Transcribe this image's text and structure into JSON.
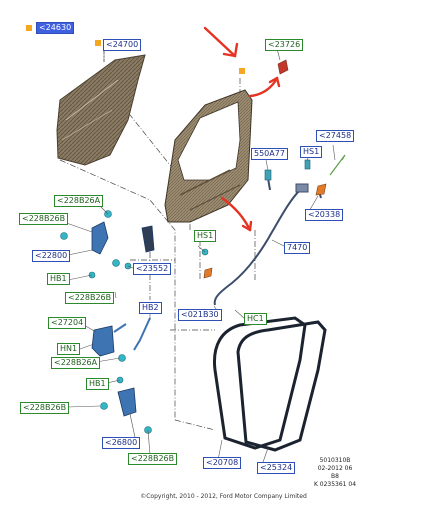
{
  "colors": {
    "blue_label": "#2e4fb8",
    "green_label": "#2c8a2c",
    "highlight": "#3d5fe0",
    "marker": "#f5a623",
    "arrow": "#e53323"
  },
  "labels": {
    "l24630": "<24630",
    "l24700": "<24700",
    "l23726": "<23726",
    "l27458": "<27458",
    "l550A77": "550A77",
    "lHS1a": "HS1",
    "l20338": "<20338",
    "l7470": "7470",
    "lHS1b": "HS1",
    "l228B26A_1": "<228B26A",
    "l228B26B_1": "<228B26B",
    "l22800": "<22800",
    "lHB1a": "HB1",
    "l23552": "<23552",
    "l228B26B_2": "<228B26B",
    "lHB2": "HB2",
    "l021B30": "<021B30",
    "lHC1": "HC1",
    "l27204": "<27204",
    "lHN1": "HN1",
    "l228B26A_2": "<228B26A",
    "lHB1b": "HB1",
    "l228B26B_3": "<228B26B",
    "l26800": "<26800",
    "l228B26B_4": "<228B26B",
    "l20708": "<20708",
    "l25324": "<25324"
  },
  "stamp": {
    "line1": "5010310B",
    "line2": "02-2012 06",
    "line3": "B8",
    "line4": "K 0235361 04"
  },
  "copyright": "©Copyright, 2010 - 2012, Ford Motor Company Limited",
  "icons": [
    "door-trim-panel",
    "door-shell",
    "window-regulator",
    "door-lock",
    "door-hinge",
    "weatherstrip-seal",
    "wiring-harness",
    "pointer-arrow"
  ]
}
